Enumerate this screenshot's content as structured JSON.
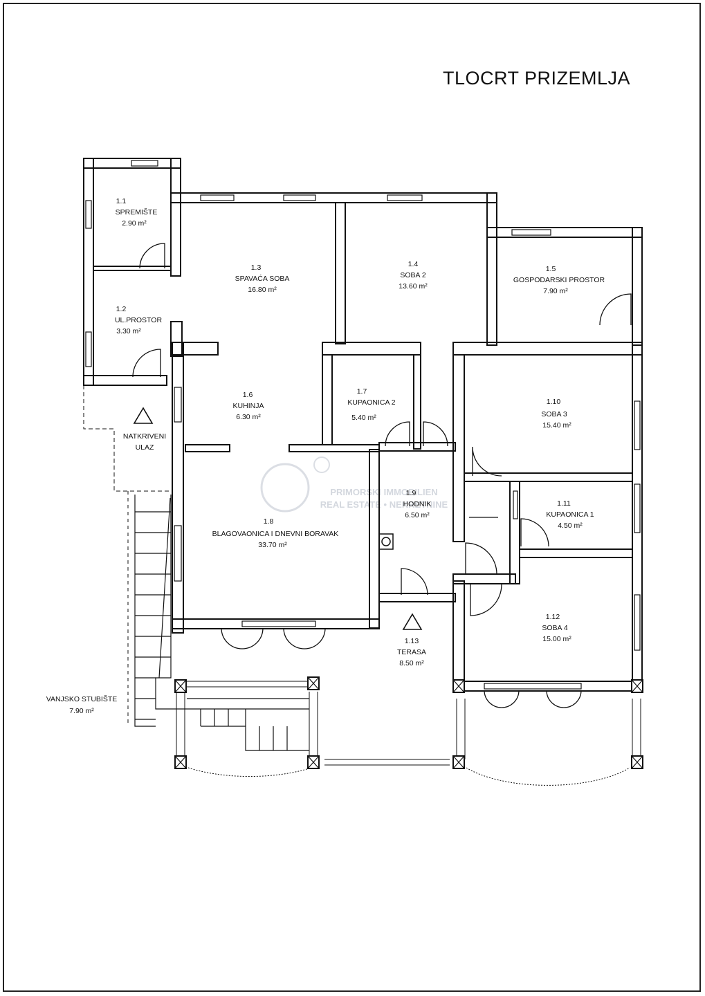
{
  "title": "TLOCRT PRIZEMLJA",
  "rooms": [
    {
      "id": "1.1",
      "name": "SPREMIŠTE",
      "area": "2.90 m²"
    },
    {
      "id": "1.2",
      "name": "UL.PROSTOR",
      "area": "3.30 m²"
    },
    {
      "id": "1.3",
      "name": "SPAVAĆA SOBA",
      "area": "16.80 m²"
    },
    {
      "id": "1.4",
      "name": "SOBA 2",
      "area": "13.60 m²"
    },
    {
      "id": "1.5",
      "name": "GOSPODARSKI PROSTOR",
      "area": "7.90 m²"
    },
    {
      "id": "1.6",
      "name": "KUHINJA",
      "area": "6.30 m²"
    },
    {
      "id": "1.7",
      "name": "KUPAONICA 2",
      "area": "5.40 m²"
    },
    {
      "id": "1.8",
      "name": "BLAGOVAONICA I DNEVNI BORAVAK",
      "area": "33.70 m²"
    },
    {
      "id": "1.9",
      "name": "HODNIK",
      "area": "6.50 m²"
    },
    {
      "id": "1.10",
      "name": "SOBA 3",
      "area": "15.40 m²"
    },
    {
      "id": "1.11",
      "name": "KUPAONICA 1",
      "area": "4.50 m²"
    },
    {
      "id": "1.12",
      "name": "SOBA 4",
      "area": "15.00 m²"
    },
    {
      "id": "1.13",
      "name": "TERASA",
      "area": "8.50 m²"
    }
  ],
  "entrance": {
    "line1": "NATKRIVENI",
    "line2": "ULAZ"
  },
  "stairs": {
    "name": "VANJSKO STUBIŠTE",
    "area": "7.90 m²"
  },
  "watermark": {
    "line1": "PRIMORSKI IMMOBILIEN",
    "line2": "REAL ESTATE • NEKRETNINE"
  }
}
